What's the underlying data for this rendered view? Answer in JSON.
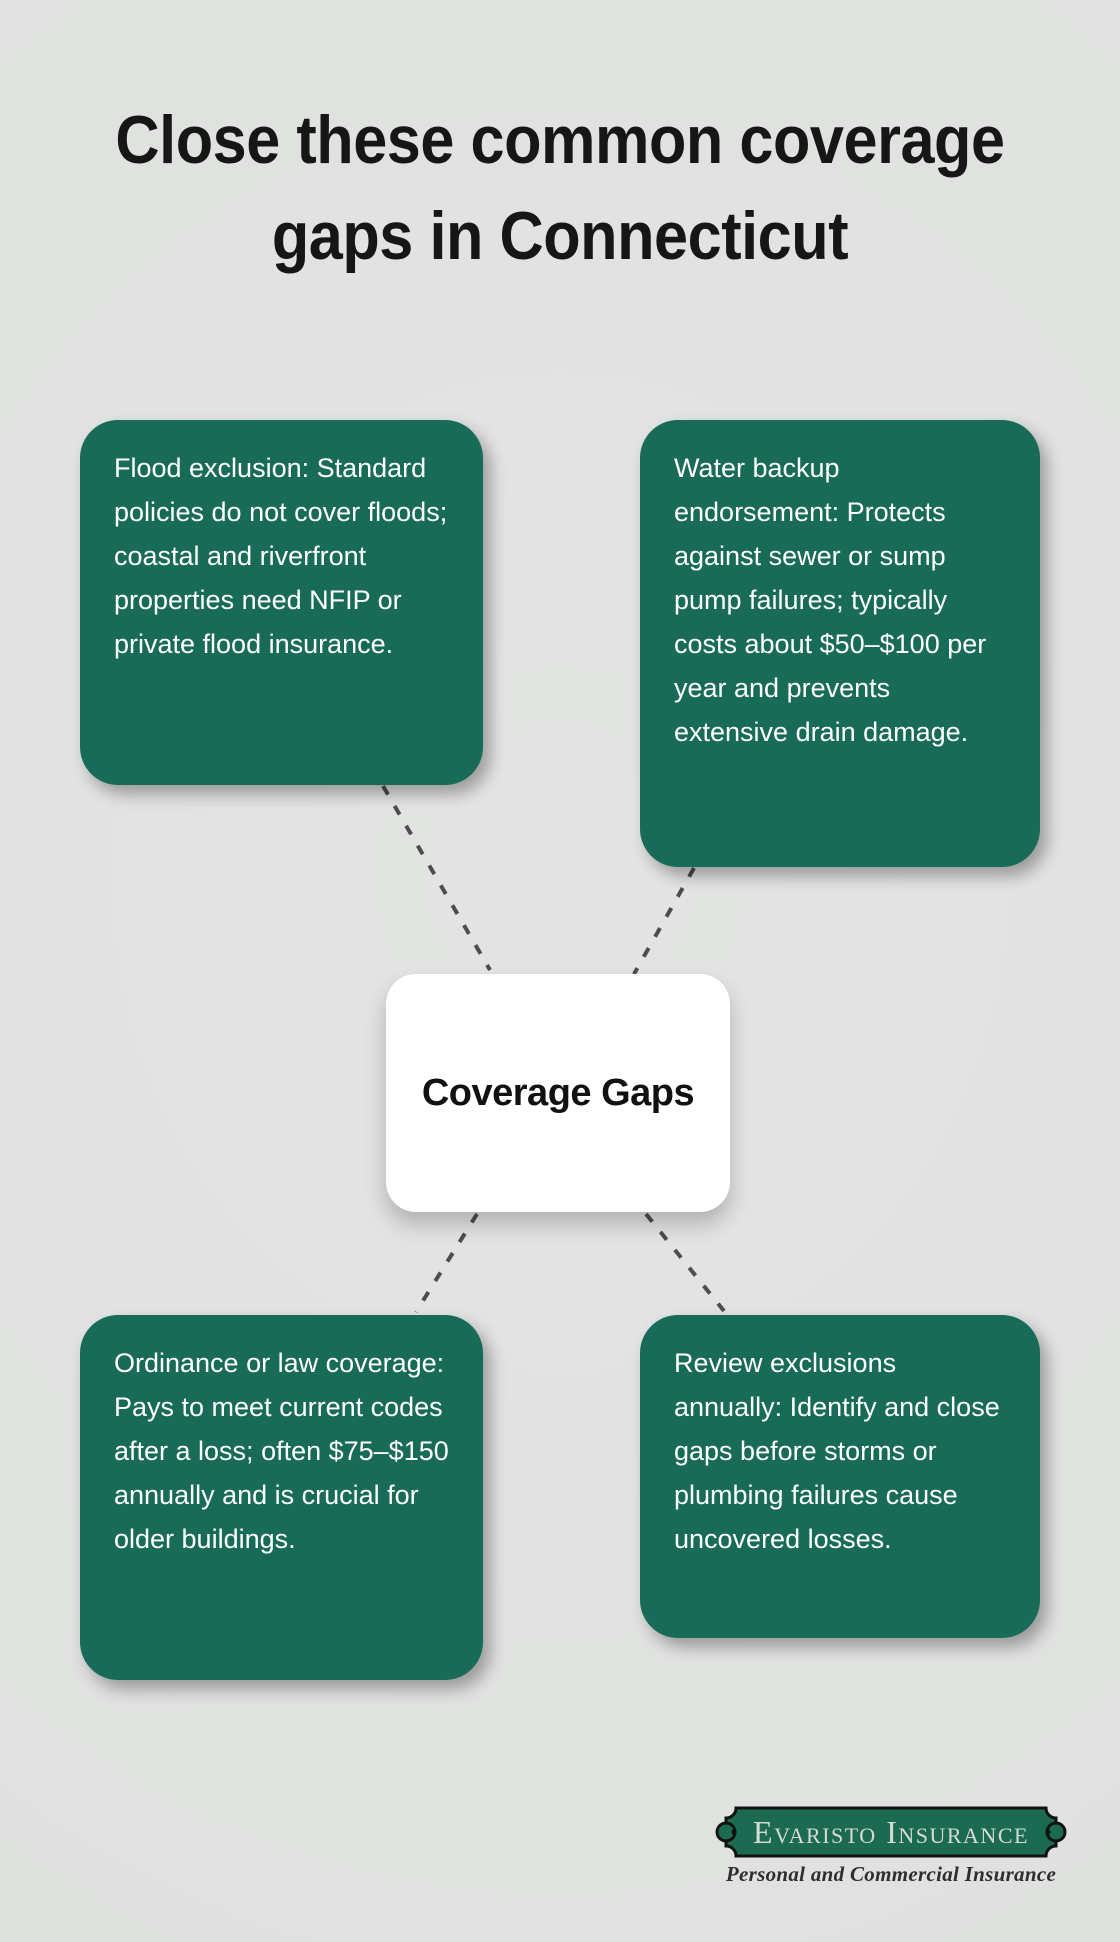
{
  "title": {
    "line1": "Close these common coverage",
    "line2": "gaps in Connecticut"
  },
  "center_node": {
    "label": "Coverage Gaps"
  },
  "gap_nodes": [
    {
      "id": "flood-exclusion",
      "text": "Flood exclusion: Standard policies do not cover floods; coastal and riverfront properties need NFIP or private flood insurance."
    },
    {
      "id": "water-backup",
      "text": "Water backup endorsement: Protects against sewer or sump pump failures; typically costs about $50–$100 per year and prevents extensive drain damage."
    },
    {
      "id": "ordinance-law",
      "text": "Ordinance or law coverage: Pays to meet current codes after a loss; often $75–$150 annually and is crucial for older buildings."
    },
    {
      "id": "review-exclusions",
      "text": "Review exclusions annually: Identify and close gaps before storms or plumbing failures cause uncovered losses."
    }
  ],
  "logo": {
    "name": "Evaristo Insurance",
    "tagline": "Personal and Commercial Insurance"
  },
  "colors": {
    "node_green": "#186b57",
    "center_node_bg": "#ffffff",
    "canvas_bg": "#dfe1df",
    "connector_gray": "#4d4d4d",
    "title_black": "#161616",
    "logo_green": "#1a6b52",
    "logo_border": "#121212"
  }
}
